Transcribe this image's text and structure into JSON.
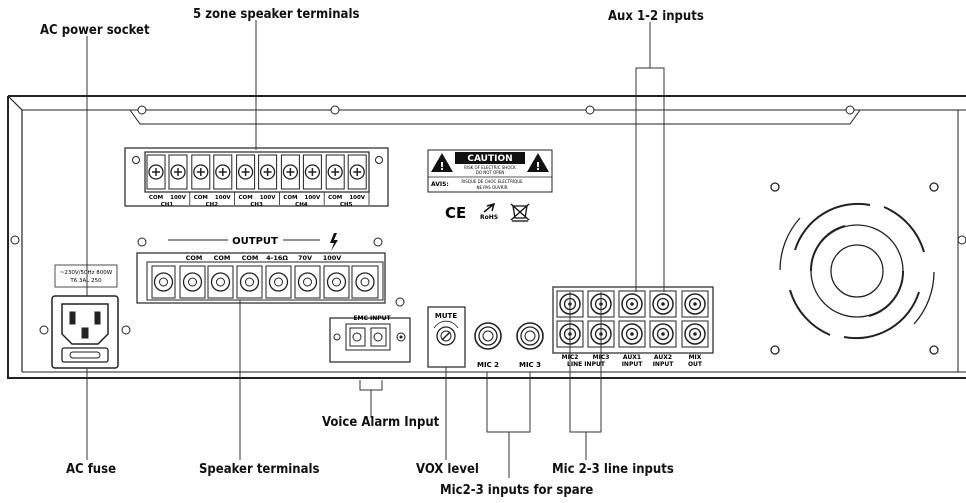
{
  "callouts": {
    "ac_power_socket": "AC power socket",
    "speaker_terminals_5zone": "5 zone speaker terminals",
    "aux_inputs": "Aux 1-2 inputs",
    "voice_alarm_input": "Voice Alarm Input",
    "ac_fuse": "AC fuse",
    "speaker_terminals": "Speaker terminals",
    "vox_level": "VOX level",
    "mic_line_inputs": "Mic 2-3 line inputs",
    "mic_spare_inputs": "Mic2-3 inputs for spare"
  },
  "panel": {
    "power_rating_1": "~230V/50Hz 800W",
    "power_rating_2": "T6.3AL 250",
    "zone_channels": [
      "CH1",
      "CH2",
      "CH3",
      "CH4",
      "CH5"
    ],
    "zone_terminal_labels": [
      "COM",
      "100V"
    ],
    "output_title": "OUTPUT",
    "output_terminal_labels": [
      "COM",
      "COM",
      "COM",
      "4-16Ω",
      "70V",
      "100V"
    ],
    "emc_label": "EMC INPUT",
    "mute_label": "MUTE",
    "mic2_label": "MIC 2",
    "mic3_label": "MIC 3",
    "rca_labels": {
      "mic2": "MIC2",
      "mic3": "MIC3",
      "line_input": "LINE  INPUT",
      "aux1": [
        "AUX1",
        "INPUT"
      ],
      "aux2": [
        "AUX2",
        "INPUT"
      ],
      "mix": [
        "MIX",
        "OUT"
      ]
    },
    "caution_title": "CAUTION",
    "caution_line1": "RISK OF ELECTRIC SHOCK",
    "caution_line2": "DO NOT OPEN",
    "avis_label": "AVIS:",
    "avis_line1": "RISQUE DE CHOC ELECTRIQUE",
    "avis_line2": "NE PAS OUVRIR",
    "ce_mark": "CE",
    "rohs_mark": "RoHS"
  }
}
